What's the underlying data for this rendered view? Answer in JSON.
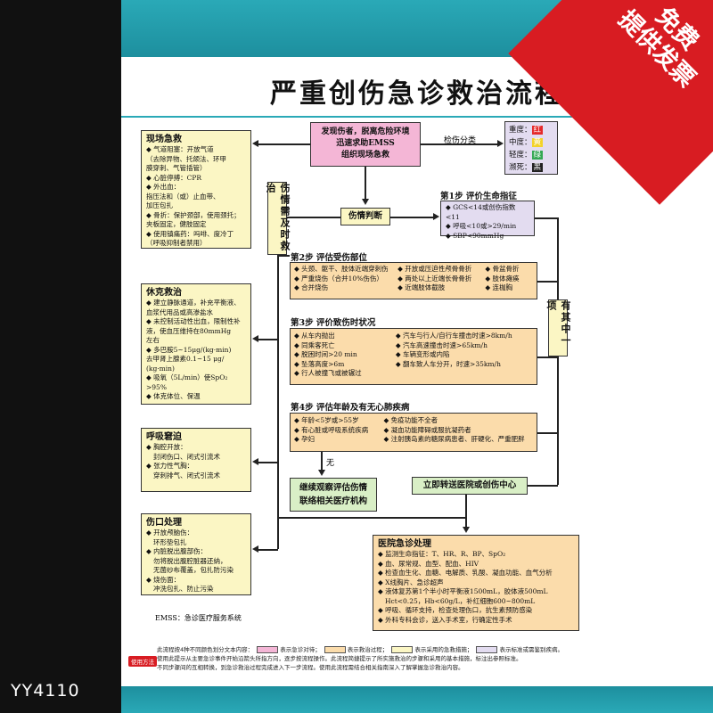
{
  "title": "严重创伤急诊救治流程",
  "corner_badge": [
    "免费",
    "提供发票"
  ],
  "product_code": "YY4110",
  "top_box": [
    "发现伤者，脱离危险环境",
    "迅速求助EMSS",
    "组织现场急救"
  ],
  "triage_label": "检伤分类",
  "triage": [
    {
      "label": "重度：",
      "color_name": "红",
      "color": "#e52a2a"
    },
    {
      "label": "中度：",
      "color_name": "黄",
      "color": "#f3d32a"
    },
    {
      "label": "轻度：",
      "color_name": "绿",
      "color": "#34a853"
    },
    {
      "label": "濒死：",
      "color_name": "黑",
      "color": "#222222"
    }
  ],
  "onsite": {
    "title": "现场急救",
    "lines": [
      "◆ 气道阻塞：开放气道",
      "（去除异物、托颌法、环甲",
      "膜穿刺、气管插管）",
      "◆ 心脏停搏：CPR",
      "◆ 外出血：",
      "指压法和（或）止血带、",
      "加压包扎",
      "◆ 骨折：保护颈部，使用颈托；",
      "夹板固定，健肢固定",
      "◆ 使用镇痛药：吗啡、度冷丁",
      "（呼吸抑制者禁用）"
    ]
  },
  "vertical_label_left": "伤情需及时救治",
  "assess_label": "伤情判断",
  "step1": {
    "title": "第1步  评价生命指征",
    "lines": [
      "◆ GCS<14或创伤指数<11",
      "◆ 呼吸<10或>29/min",
      "◆ SBP<90mmHg"
    ]
  },
  "step2": {
    "title": "第2步  评估受伤部位",
    "col1": [
      "◆ 头颈、躯干、肢体近端穿刺伤",
      "◆ 严重烧伤（合并10%伤伤）",
      "◆ 合并烧伤"
    ],
    "col2": [
      "◆ 开放或压迫性颅骨骨折",
      "◆ 两处以上近端长骨骨折",
      "◆ 近端肢体截肢"
    ],
    "col3": [
      "◆ 骨盆骨折",
      "◆ 肢体瘫痪",
      "◆ 连枷胸"
    ]
  },
  "step3": {
    "title": "第3步  评价致伤时状况",
    "col1": [
      "◆ 从车内抛出",
      "◆ 同乘客死亡",
      "◆ 脱困时间>20 min",
      "◆ 坠落高度>6m",
      "◆ 行人被撞飞或被辗过"
    ],
    "col2": [
      "◆ 汽车与行人/自行车撞击时速>8km/h",
      "◆ 汽车高速撞击时速>65km/h",
      "◆ 车辆变形或内陷",
      "◆ 翻车致人车分开，时速>35km/h"
    ]
  },
  "step4": {
    "title": "第4步  评估年龄及有无心肺疾病",
    "col1": [
      "◆ 年龄<5岁或>55岁",
      "◆ 有心脏或呼吸系统疾病",
      "◆ 孕妇"
    ],
    "col2": [
      "◆ 免疫功能不全者",
      "◆ 凝血功能障碍或服抗凝药者",
      "◆ 注射胰岛素的糖尿病患者、肝硬化、严重肥胖"
    ]
  },
  "vertical_label_right": "有其中一项",
  "none_label": "无",
  "observe_box": [
    "继续观察评估伤情",
    "联络相关医疗机构"
  ],
  "transfer_box": "立即转送医院或创伤中心",
  "shock": {
    "title": "休克救治",
    "lines": [
      "◆ 建立静脉通道，补充平衡液、",
      "血浆代用品或高渗盐水",
      "◆ 未控制活动性出血，限制性补",
      "液，使血压维持在80mmHg",
      "左右",
      "◆ 多巴胺5~15μg/(kg·min)",
      "去甲肾上腺素0.1~15 μg/",
      "(kg·min)",
      "◆ 吸氧（5L/min）使SpO₂ >95%",
      "◆ 体克体位、保温"
    ]
  },
  "airway": {
    "title": "呼吸窘迫",
    "lines": [
      "◆ 胸腔开放：",
      "封闭伤口、闭式引流术",
      "◆ 张力性气胸：",
      "穿刺排气、闭式引流术"
    ]
  },
  "wound": {
    "title": "伤口处理",
    "lines": [
      "◆ 开放颅脑伤：",
      "环形垫包扎",
      "◆ 内脏脱出腹部伤：",
      "勿将脱出腹腔脏器还纳，",
      "无菌纱布覆盖，包扎防污染",
      "◆ 烧伤面：",
      "冲洗包扎、防止污染"
    ]
  },
  "hospital": {
    "title": "医院急诊处理",
    "lines": [
      "◆ 监测生命指征：T、HR、R、BP、SpO₂",
      "◆ 血、尿常规、血型、配血、HIV",
      "◆ 检查血生化、血糖、电解质、乳酸、凝血功能、血气分析",
      "◆ X线胸片、急诊超声",
      "◆ 液体复苏第1个半小时平衡液1500mL，胶体液500mL",
      "Hct<0.25，Hb<60g/L，补红细胞600~800mL",
      "◆ 呼吸、循环支持，检查处理伤口，抗生素预防感染",
      "◆ 外科专科会诊，送入手术室，行确定性手术"
    ]
  },
  "emss_note": "EMSS：急诊医疗服务系统",
  "legend_tag": "使用方法",
  "legend": {
    "line1a": "此流程按4种不同颜色划分文本内容：",
    "pink_text": "表示急诊对待；",
    "org_text": "表示救治过程；",
    "yel_text": "表示采用的急救措施；",
    "lav_text": "表示标准或需鉴别疾病。",
    "line2": "使用此提示从主要急诊事件开始沿箭头所指方向，逐步按流程操作。此流程简捷提示了所实施救治的步骤和采用的基本措施，标注出参照标准。",
    "line3": "不同步骤间的互相转换，到急诊救治过程完成进入下一步流程。使用此流程需结合相关指南深入了解掌握急诊救治内容。"
  },
  "colors": {
    "teal": "#2aa9b7",
    "red": "#d81c22",
    "pink": "#f4b6d6",
    "orange": "#fbdcab",
    "yellow": "#fbf6c4",
    "lavender": "#e3dcf0"
  }
}
